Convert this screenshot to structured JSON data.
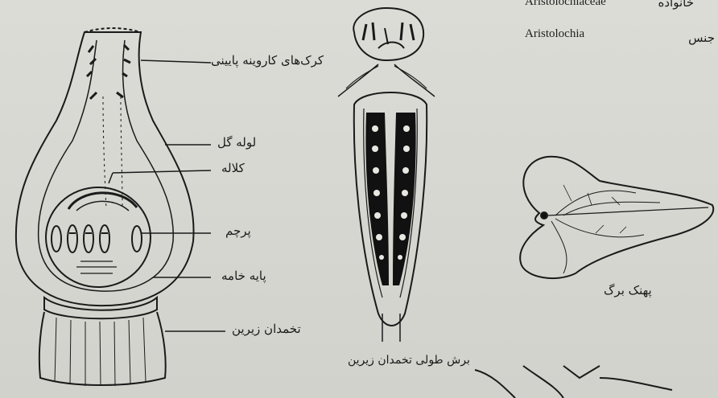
{
  "header": {
    "family_latin": "Aristolochiaceae",
    "family_label": "خانواده",
    "genus_latin": "Aristolochia",
    "genus_label": "جنس"
  },
  "flower_labels": {
    "glandular_hairs": "کرک‌های کاروینه پایینی",
    "corolla_tube": "لوله گل",
    "stigma": "کلاله",
    "stamen": "پرچم",
    "ovary_base": "پایه خامه",
    "lower_ovary": "تخمدان زیرین"
  },
  "section_caption": "برش طولی تخمدان زیرین",
  "leaf_caption": "پهنک برگ"
}
